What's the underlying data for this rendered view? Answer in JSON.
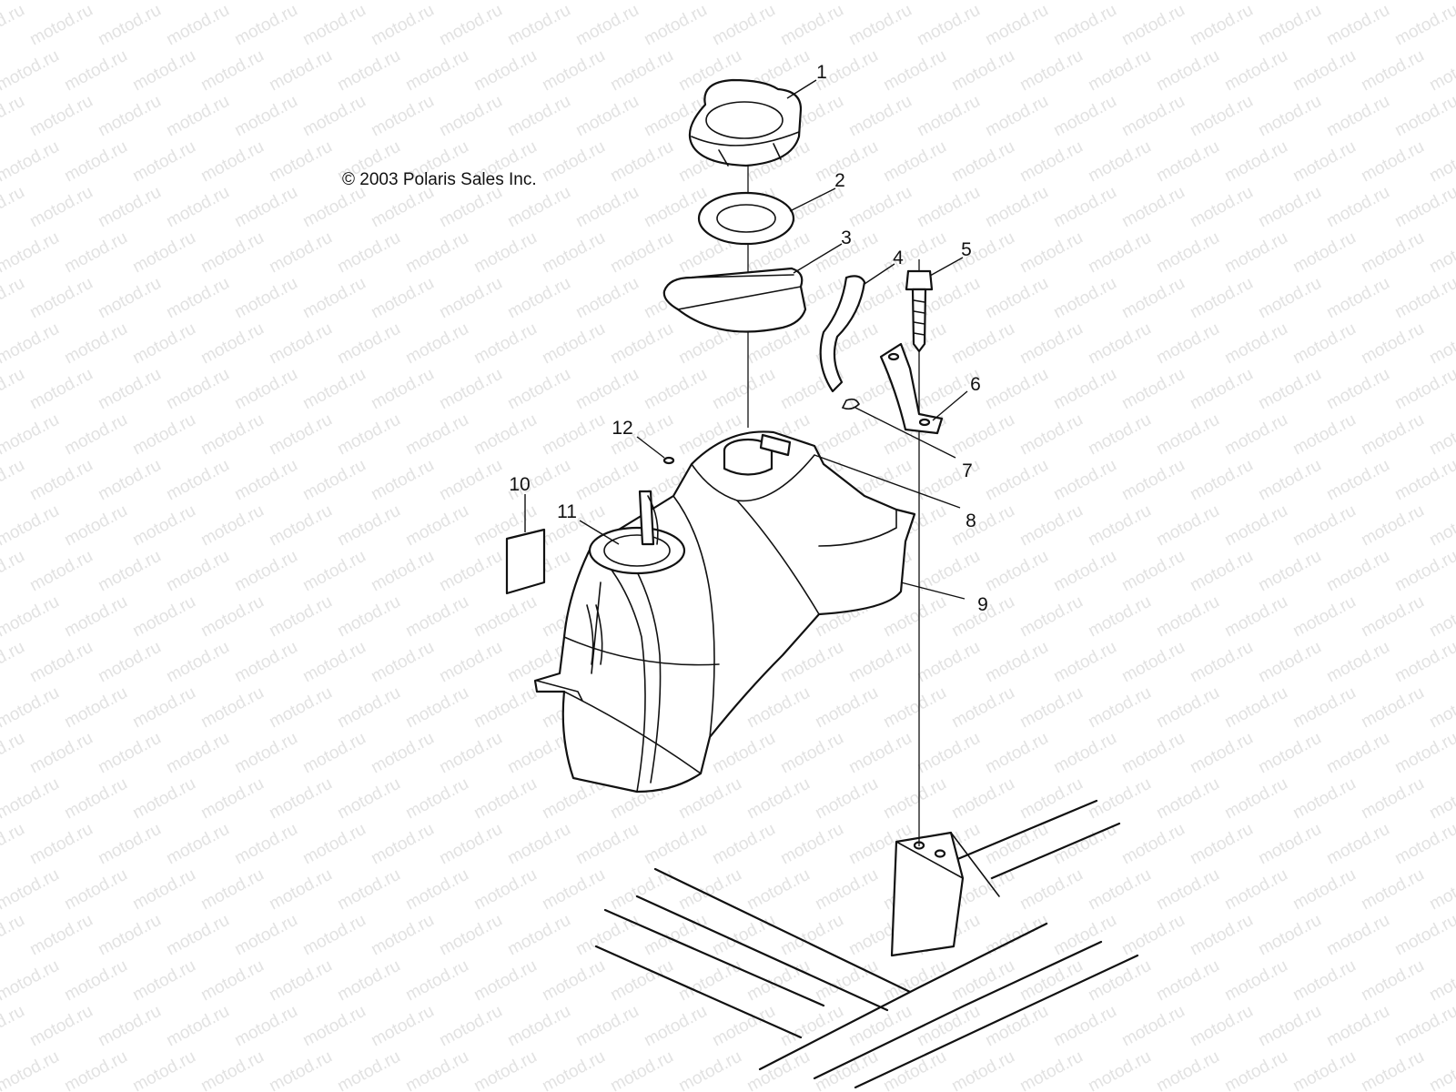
{
  "watermark": {
    "text": "motod.ru"
  },
  "copyright": "© 2003 Polaris Sales Inc.",
  "callouts": [
    "1",
    "2",
    "3",
    "4",
    "5",
    "6",
    "7",
    "8",
    "9",
    "10",
    "11",
    "12"
  ]
}
